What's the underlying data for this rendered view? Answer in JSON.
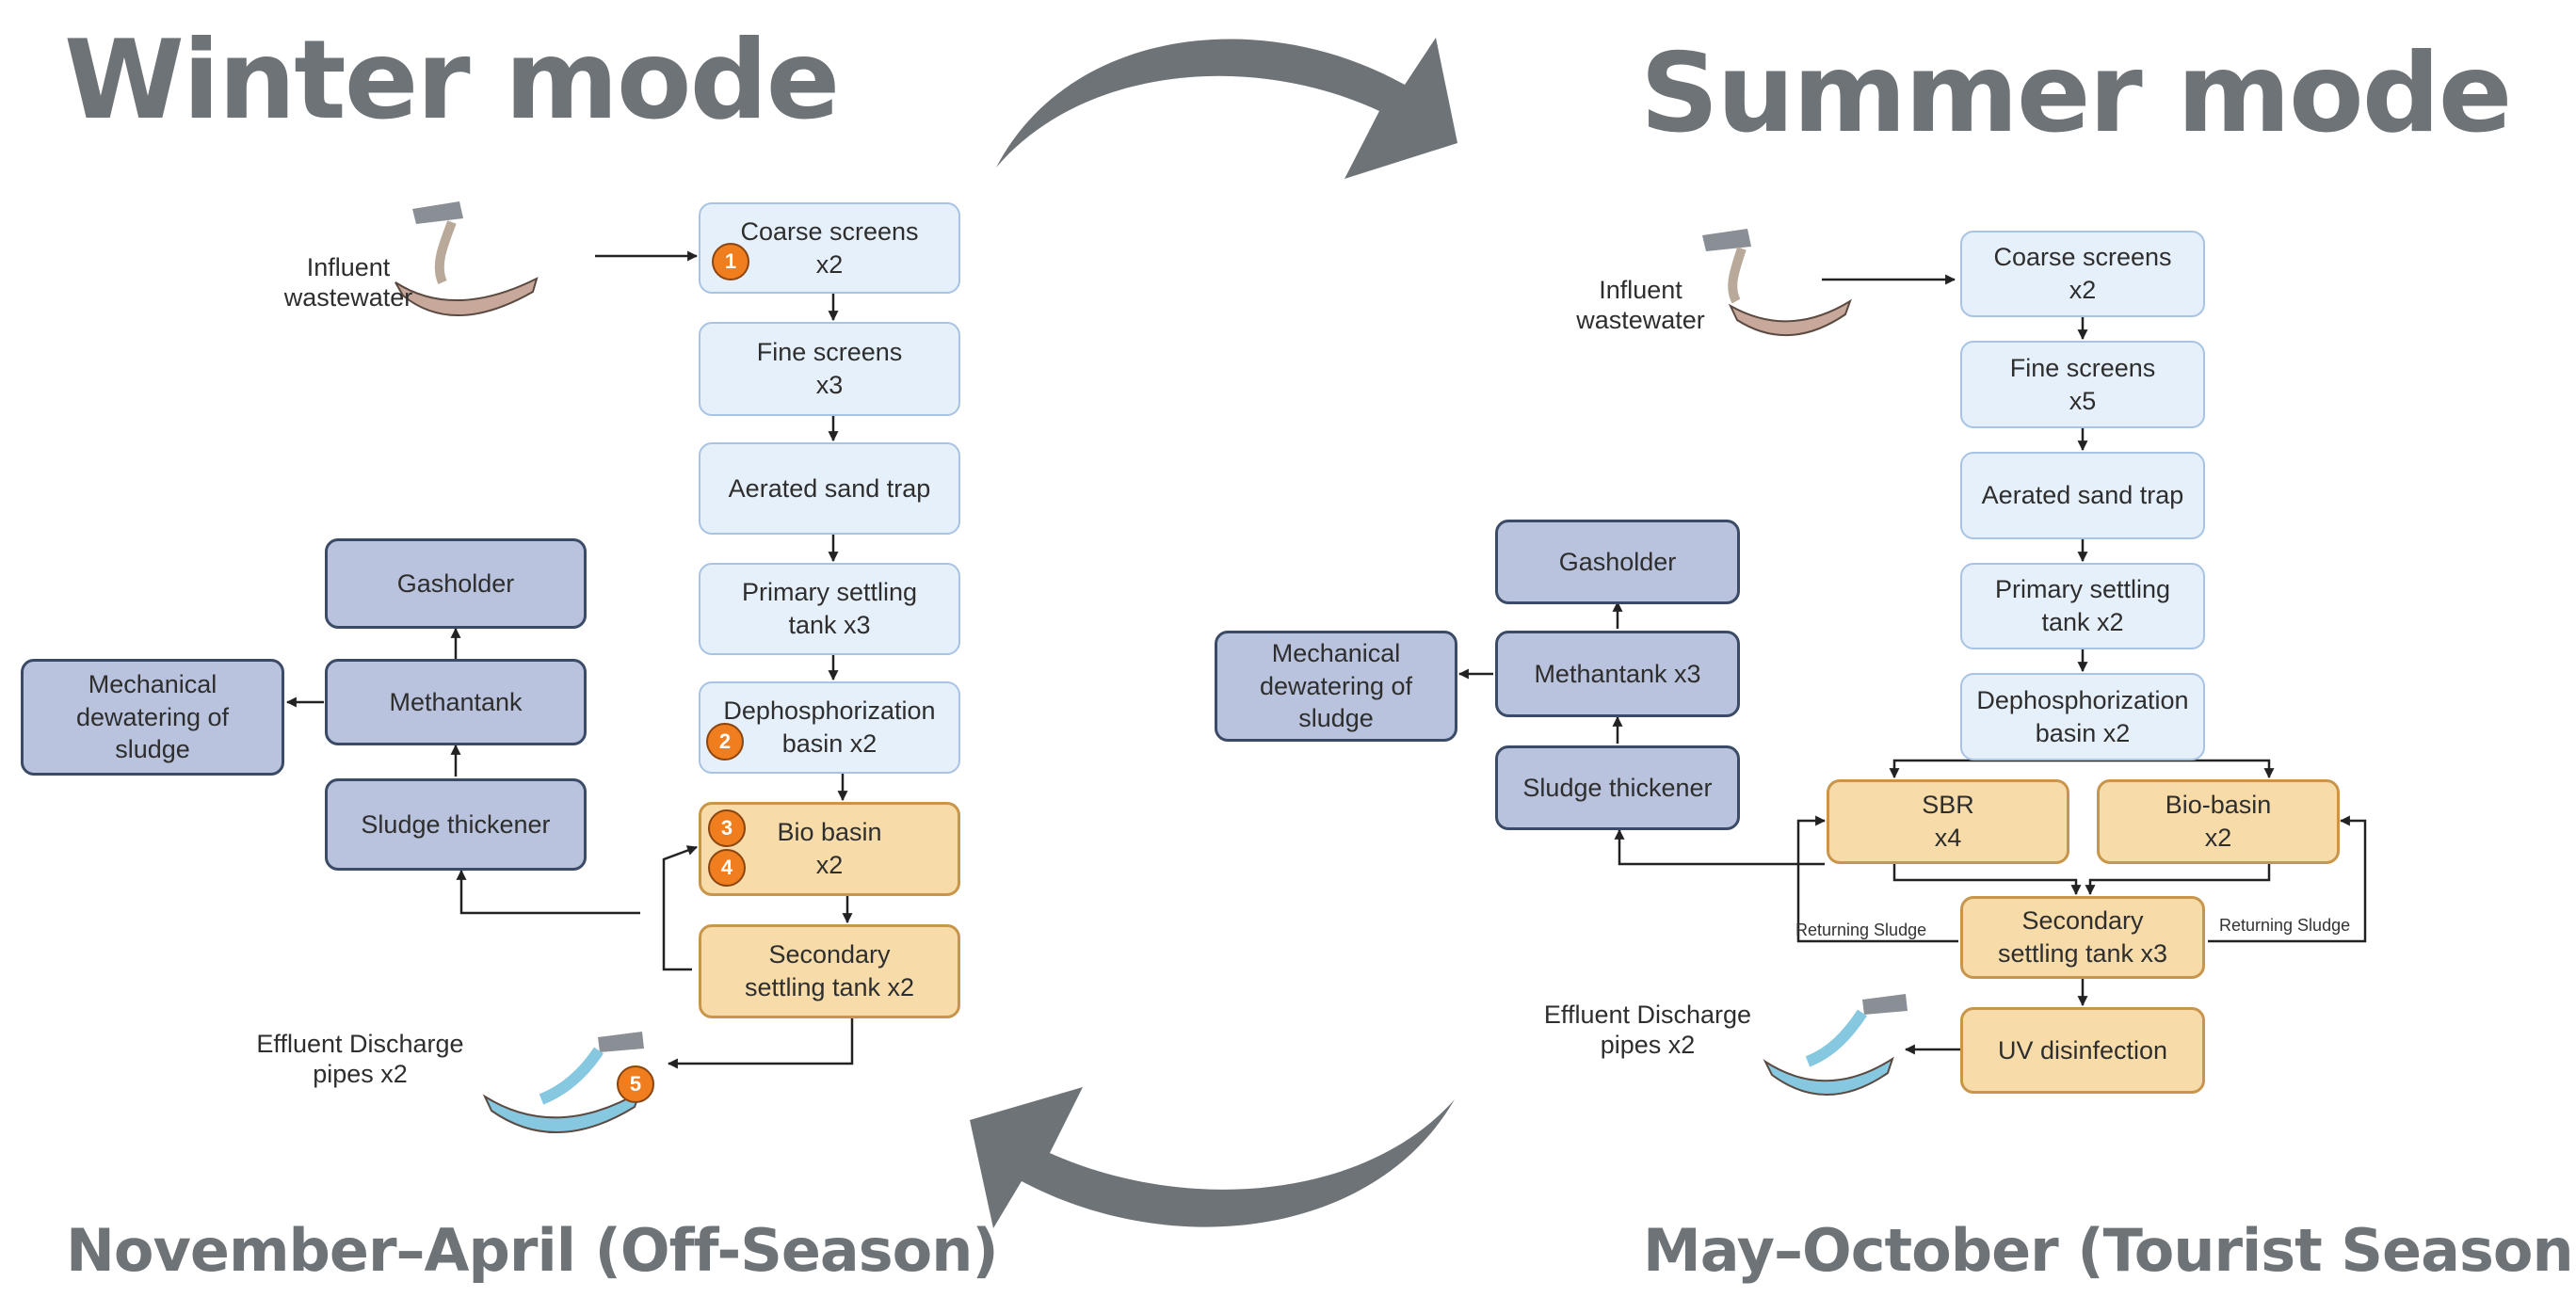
{
  "titles": {
    "winter": "Winter mode",
    "summer": "Summer mode",
    "winter_period": "November–April (Off-Season)",
    "summer_period": "May–October (Tourist Season)"
  },
  "winter": {
    "influent": "Influent\nwastewater",
    "effluent": "Effluent Discharge\npipes x2",
    "coarse": "Coarse screens\nx2",
    "fine": "Fine screens\nx3",
    "sand": "Aerated sand trap",
    "primary": "Primary settling\ntank x3",
    "dephos": "Dephosphorization\nbasin x2",
    "bio": "Bio basin\nx2",
    "secondary": "Secondary\nsettling tank x2",
    "gasholder": "Gasholder",
    "methantank": "Methantank",
    "mech": "Mechanical\ndewatering of\nsludge",
    "thickener": "Sludge thickener",
    "markers": [
      "1",
      "2",
      "3",
      "4",
      "5"
    ]
  },
  "summer": {
    "influent": "Influent\nwastewater",
    "effluent": "Effluent Discharge\npipes x2",
    "coarse": "Coarse screens\nx2",
    "fine": "Fine screens\nx5",
    "sand": "Aerated sand trap",
    "primary": "Primary settling\ntank x2",
    "dephos": "Dephosphorization\nbasin x2",
    "sbr": "SBR\nx4",
    "biobasin": "Bio-basin\nx2",
    "secondary": "Secondary\nsettling tank x3",
    "uv": "UV disinfection",
    "gasholder": "Gasholder",
    "methantank": "Methantank x3",
    "mech": "Mechanical\ndewatering of\nsludge",
    "thickener": "Sludge thickener",
    "returning_left": "Returning Sludge",
    "returning_right": "Returning Sludge"
  },
  "colors": {
    "title": "#6e7378",
    "cycle_arrow": "#6e7378",
    "light_box": "#e6f0fb",
    "slate_box": "#b9c3dd",
    "tan_box": "#f7dcaa",
    "marker": "#f07d1e"
  }
}
